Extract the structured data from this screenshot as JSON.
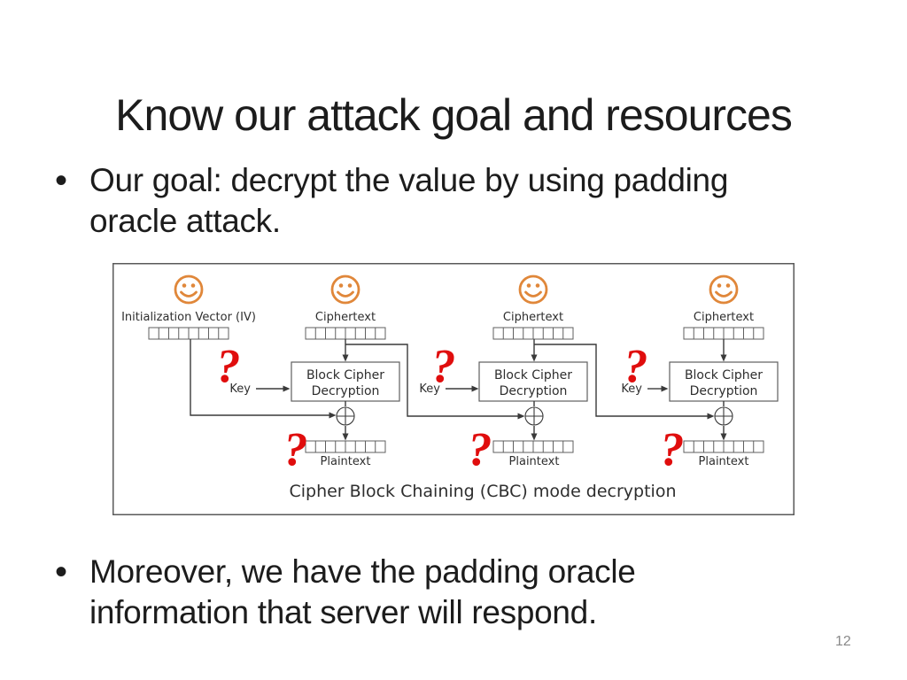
{
  "slide": {
    "title": "Know our attack goal and resources",
    "bullet_char": "•",
    "bullets": [
      {
        "lines": [
          "Our goal: decrypt the value by using padding",
          "oracle attack."
        ]
      },
      {
        "lines": [
          "Moreover, we have the padding oracle",
          "information that server will respond."
        ]
      }
    ],
    "page_number": "12"
  },
  "diagram": {
    "iv_label": "Initialization Vector (IV)",
    "ciphertext_label": "Ciphertext",
    "key_label": "Key",
    "decryption_box_line1": "Block Cipher",
    "decryption_box_line2": "Decryption",
    "plaintext_label": "Plaintext",
    "caption": "Cipher Block Chaining (CBC) mode decryption",
    "question_mark": "?",
    "smiley_icon": "smiley-face",
    "xor_icon": "xor-plus-circle"
  },
  "colors": {
    "text": "#1c1c1c",
    "smiley-orange": "#e0873a",
    "question-red": "#e00d0d",
    "diagram-line": "#3a3a3a",
    "diagram-border": "#5a5a5a",
    "page-gray": "#898989"
  }
}
